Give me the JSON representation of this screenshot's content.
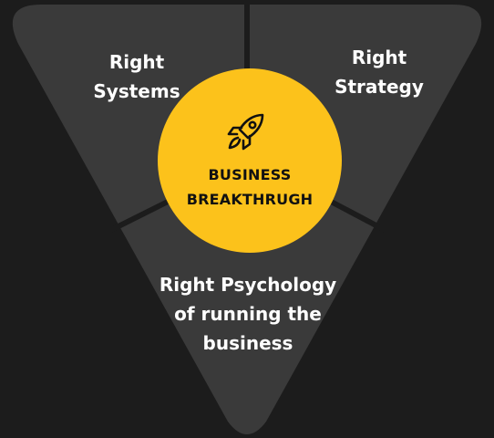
{
  "segments": {
    "top_left": {
      "line1": "Right",
      "line2": "Systems"
    },
    "top_right": {
      "line1": "Right",
      "line2": "Strategy"
    },
    "bottom": {
      "line1": "Right Psychology",
      "line2": "of running the",
      "line3": "business"
    }
  },
  "center": {
    "line1": "BUSINESS",
    "line2": "BREAKTHRUGH",
    "icon": "rocket-icon"
  },
  "colors": {
    "background": "#1c1c1c",
    "segment": "#3a3a3a",
    "divider": "#1c1c1c",
    "center_circle": "#fcc21b",
    "text": "#ffffff",
    "center_text": "#111111"
  }
}
